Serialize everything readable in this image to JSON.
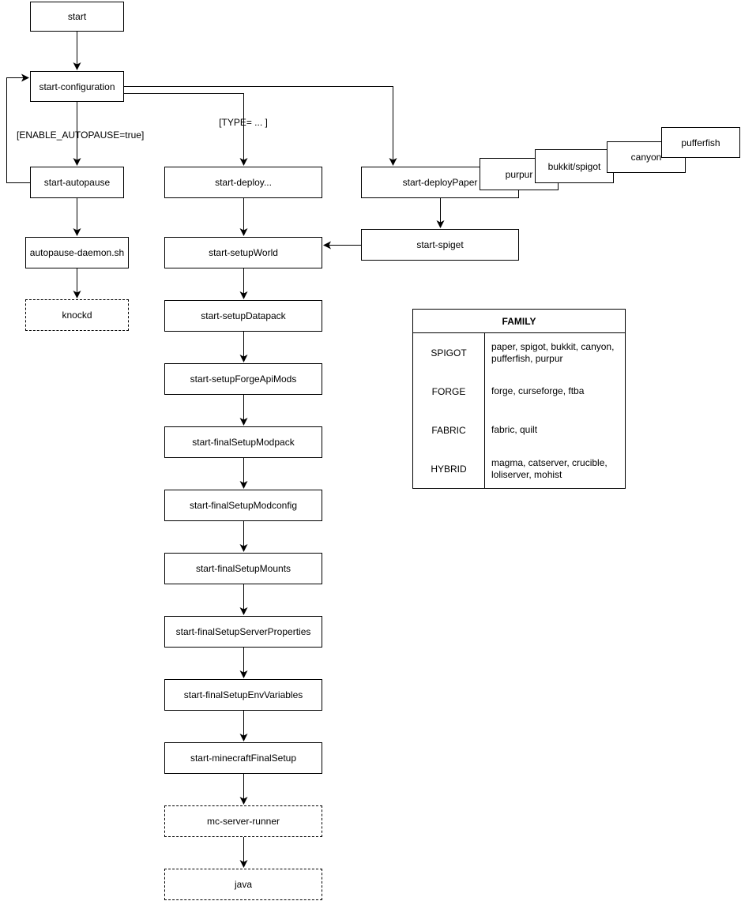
{
  "nodes": {
    "start": "start",
    "start_configuration": "start-configuration",
    "start_autopause": "start-autopause",
    "autopause_daemon_sh": "autopause-daemon.sh",
    "knockd": "knockd",
    "start_deploy": "start-deploy...",
    "start_setupWorld": "start-setupWorld",
    "start_setupDatapack": "start-setupDatapack",
    "start_setupForgeApiMods": "start-setupForgeApiMods",
    "start_finalSetupModpack": "start-finalSetupModpack",
    "start_finalSetupModconfig": "start-finalSetupModconfig",
    "start_finalSetupMounts": "start-finalSetupMounts",
    "start_finalSetupServerProperties": "start-finalSetupServerProperties",
    "start_finalSetupEnvVariables": "start-finalSetupEnvVariables",
    "start_minecraftFinalSetup": "start-minecraftFinalSetup",
    "mc_server_runner": "mc-server-runner",
    "java": "java",
    "start_deployPaper": "start-deployPaper",
    "start_spiget": "start-spiget",
    "purpur": "purpur",
    "bukkit_spigot": "bukkit/spigot",
    "canyon": "canyon",
    "pufferfish": "pufferfish"
  },
  "edge_labels": {
    "enable_autopause": "[ENABLE_AUTOPAUSE=true]",
    "type": "[TYPE= ... ]"
  },
  "edges": [
    {
      "from": "start",
      "to": "start-configuration"
    },
    {
      "from": "start-configuration",
      "to": "start-autopause",
      "label": "[ENABLE_AUTOPAUSE=true]"
    },
    {
      "from": "start-autopause",
      "to": "start-configuration"
    },
    {
      "from": "start-autopause",
      "to": "autopause-daemon.sh"
    },
    {
      "from": "autopause-daemon.sh",
      "to": "knockd"
    },
    {
      "from": "start-configuration",
      "to": "start-deploy...",
      "label": "[TYPE= ... ]"
    },
    {
      "from": "start-configuration",
      "to": "start-deployPaper"
    },
    {
      "from": "start-deployPaper",
      "to": "start-spiget"
    },
    {
      "from": "start-spiget",
      "to": "start-setupWorld"
    },
    {
      "from": "start-deploy...",
      "to": "start-setupWorld"
    },
    {
      "from": "start-setupWorld",
      "to": "start-setupDatapack"
    },
    {
      "from": "start-setupDatapack",
      "to": "start-setupForgeApiMods"
    },
    {
      "from": "start-setupForgeApiMods",
      "to": "start-finalSetupModpack"
    },
    {
      "from": "start-finalSetupModpack",
      "to": "start-finalSetupModconfig"
    },
    {
      "from": "start-finalSetupModconfig",
      "to": "start-finalSetupMounts"
    },
    {
      "from": "start-finalSetupMounts",
      "to": "start-finalSetupServerProperties"
    },
    {
      "from": "start-finalSetupServerProperties",
      "to": "start-finalSetupEnvVariables"
    },
    {
      "from": "start-finalSetupEnvVariables",
      "to": "start-minecraftFinalSetup"
    },
    {
      "from": "start-minecraftFinalSetup",
      "to": "mc-server-runner"
    },
    {
      "from": "mc-server-runner",
      "to": "java"
    }
  ],
  "family_table": {
    "title": "FAMILY",
    "rows": [
      {
        "family": "SPIGOT",
        "members": "paper, spigot, bukkit, canyon, pufferfish, purpur"
      },
      {
        "family": "FORGE",
        "members": "forge, curseforge, ftba"
      },
      {
        "family": "FABRIC",
        "members": "fabric, quilt"
      },
      {
        "family": "HYBRID",
        "members": "magma, catserver, crucible, loliserver, mohist"
      }
    ]
  },
  "colors": {
    "stroke": "#000000",
    "node_fill": "#ffffff",
    "text": "#000000",
    "background": "#ffffff"
  }
}
